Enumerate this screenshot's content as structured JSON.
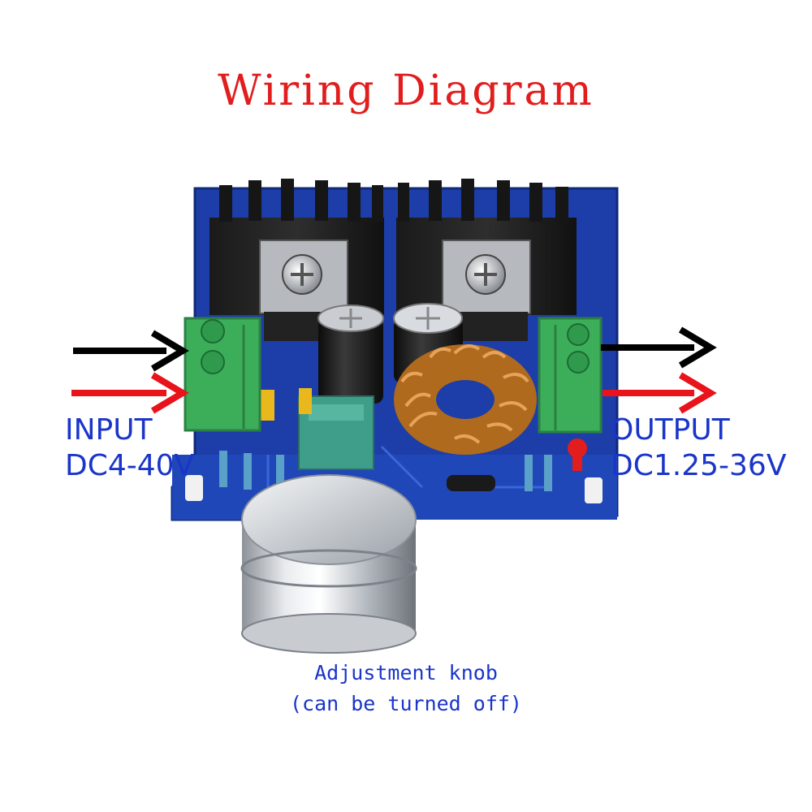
{
  "title": "Wiring Diagram",
  "input": {
    "label": "INPUT",
    "range": "DC4-40V"
  },
  "output": {
    "label": "OUTPUT",
    "range": "DC1.25-36V"
  },
  "knob": {
    "caption_line1": "Adjustment knob",
    "caption_line2": "(can be turned off)"
  },
  "colors": {
    "title": "#e11d1d",
    "labels": "#1a35c9",
    "positive_wire": "#e8131b",
    "negative_wire": "#000000",
    "pcb": "#1d3ea8",
    "terminal": "#3cae5a"
  },
  "icons": [
    "arrow-right-icon",
    "potentiometer-knob",
    "heatsink",
    "inductor-coil",
    "capacitor",
    "led"
  ]
}
